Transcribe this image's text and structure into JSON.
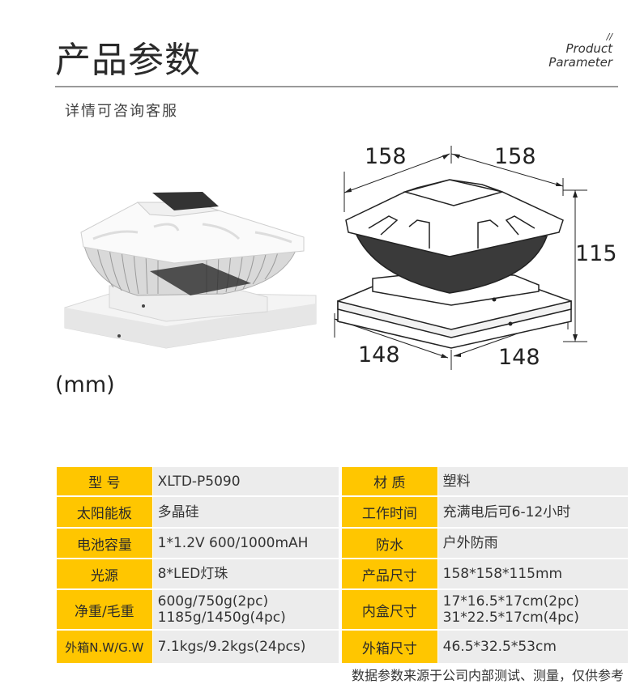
{
  "header": {
    "title": "产品参数",
    "en_mark": "//",
    "en_line1": "Product",
    "en_line2": "Parameter",
    "subtitle": "详情可咨询客服"
  },
  "diagram": {
    "top_left_dim": "158",
    "top_right_dim": "158",
    "height_dim": "115",
    "bottom_left_dim": "148",
    "bottom_right_dim": "148",
    "unit": "(mm)"
  },
  "specs": {
    "rows": [
      {
        "l1": "型 号",
        "v1": [
          "XLTD-P5090"
        ],
        "l2": "材 质",
        "v2": [
          "塑料"
        ]
      },
      {
        "l1": "太阳能板",
        "v1": [
          "多晶硅"
        ],
        "l2": "工作时间",
        "v2": [
          "充满电后可6-12小时"
        ]
      },
      {
        "l1": "电池容量",
        "v1": [
          "1*1.2V 600/1000mAH"
        ],
        "l2": "防水",
        "v2": [
          "户外防雨"
        ]
      },
      {
        "l1": "光源",
        "v1": [
          "8*LED灯珠"
        ],
        "l2": "产品尺寸",
        "v2": [
          "158*158*115mm"
        ]
      },
      {
        "l1": "净重/毛重",
        "v1": [
          "600g/750g(2pc)",
          "1185g/1450g(4pc)"
        ],
        "l2": "内盒尺寸",
        "v2": [
          "17*16.5*17cm(2pc)",
          "31*22.5*17cm(4pc)"
        ]
      },
      {
        "l1": "外箱N.W/G.W",
        "v1": [
          "7.1kgs/9.2kgs(24pcs)"
        ],
        "l2": "外箱尺寸",
        "v2": [
          "46.5*32.5*53cm"
        ]
      }
    ]
  },
  "footer": {
    "note": "数据参数来源于公司内部测试、测量，仅供参考"
  },
  "colors": {
    "label_bg": "#ffc600",
    "value_bg": "#ececec",
    "divider": "#9a9a9a"
  }
}
